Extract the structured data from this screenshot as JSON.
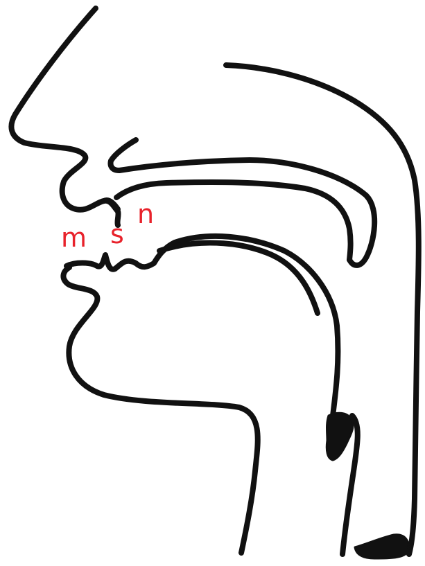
{
  "labels": {
    "m": "m",
    "s": "s",
    "n": "n"
  },
  "colors": {
    "outline": "#111111",
    "label": "#e8222b",
    "background": "#ffffff"
  }
}
